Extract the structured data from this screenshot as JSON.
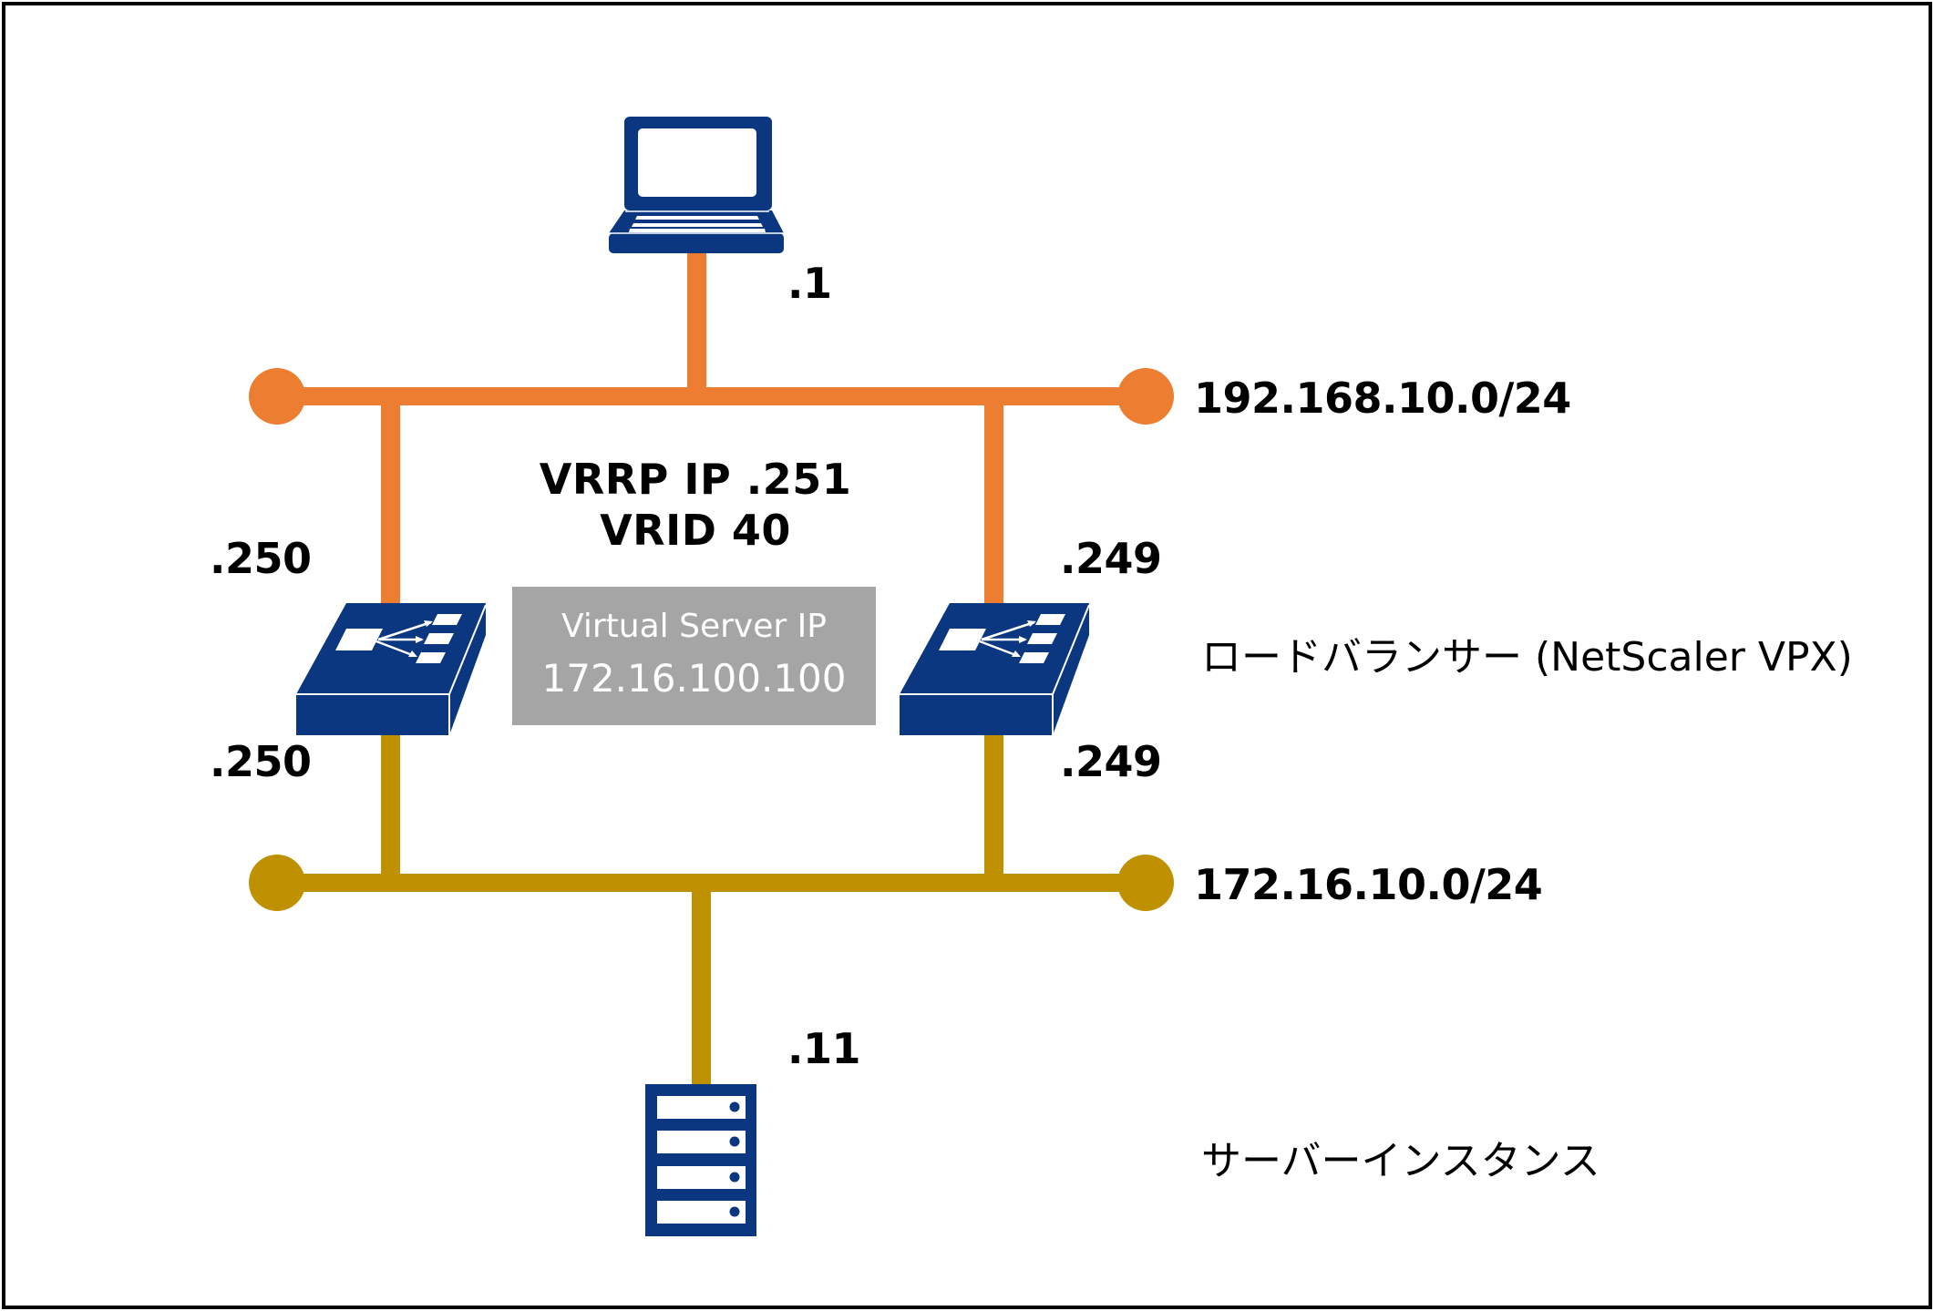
{
  "diagram": {
    "title": "NetScaler VPX VRRP load balancer topology",
    "colors": {
      "upper_network": "#ed7d31",
      "lower_network": "#bf9000",
      "device": "#0b3680",
      "virtual_server_box": "#a5a5a5",
      "border": "#000000"
    },
    "networks": [
      {
        "id": "upper",
        "cidr": "192.168.10.0/24"
      },
      {
        "id": "lower",
        "cidr": "172.16.10.0/24"
      }
    ],
    "nodes": {
      "client": {
        "icon": "laptop-icon",
        "ip_suffix": ".1",
        "network": "192.168.10.0/24"
      },
      "lb_left": {
        "icon": "load-balancer-icon",
        "upper_ip_suffix": ".250",
        "lower_ip_suffix": ".250"
      },
      "lb_right": {
        "icon": "load-balancer-icon",
        "upper_ip_suffix": ".249",
        "lower_ip_suffix": ".249"
      },
      "server": {
        "icon": "server-icon",
        "ip_suffix": ".11",
        "network": "172.16.10.0/24"
      }
    },
    "vrrp": {
      "line1": "VRRP IP .251",
      "line2": "VRID 40"
    },
    "virtual_server": {
      "label": "Virtual Server IP",
      "ip": "172.16.100.100"
    },
    "legend": {
      "load_balancer": "ロードバランサー (NetScaler VPX)",
      "server_instance": "サーバーインスタンス"
    }
  }
}
